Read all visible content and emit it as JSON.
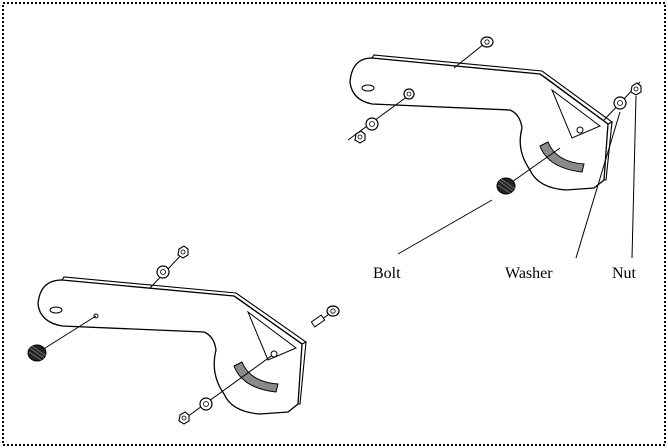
{
  "labels": {
    "bolt": "Bolt",
    "washer": "Washer",
    "nut": "Nut"
  },
  "colors": {
    "ink": "#000000",
    "background": "#ffffff",
    "slot_fill": "#8a8a8a"
  }
}
